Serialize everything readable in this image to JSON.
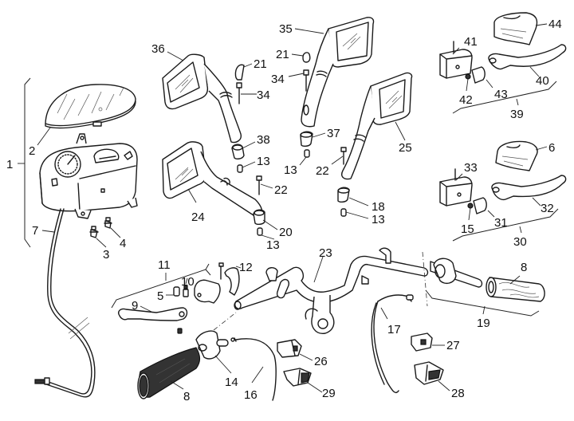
{
  "diagram": {
    "type": "exploded-parts-diagram",
    "subject": "Scooter handlebar assembly: instrument cluster, mirrors, brake master cylinders, levers, grips, switches and cables",
    "part_labels": [
      {
        "id": "p1",
        "number": "1",
        "part": "instrument-cluster-assembly"
      },
      {
        "id": "p2",
        "number": "2",
        "part": "instrument-cover-glass"
      },
      {
        "id": "p3",
        "number": "3",
        "part": "bulb-holder"
      },
      {
        "id": "p4",
        "number": "4",
        "part": "bulb-holder"
      },
      {
        "id": "p5",
        "number": "5",
        "part": "pivot-bushing"
      },
      {
        "id": "p6",
        "number": "6",
        "part": "reservoir-cover"
      },
      {
        "id": "p7",
        "number": "7",
        "part": "speedometer-cable"
      },
      {
        "id": "p8a",
        "number": "8",
        "part": "left-grip"
      },
      {
        "id": "p8b",
        "number": "8",
        "part": "right-grip"
      },
      {
        "id": "p9",
        "number": "9",
        "part": "left-brake-lever"
      },
      {
        "id": "p10",
        "number": "10",
        "part": "pivot-screw"
      },
      {
        "id": "p11",
        "number": "11",
        "part": "left-lever-assembly"
      },
      {
        "id": "p12",
        "number": "12",
        "part": "clamp"
      },
      {
        "id": "p13a",
        "number": "13",
        "part": "mirror-nut"
      },
      {
        "id": "p13b",
        "number": "13",
        "part": "mirror-nut"
      },
      {
        "id": "p13c",
        "number": "13",
        "part": "mirror-nut"
      },
      {
        "id": "p13d",
        "number": "13",
        "part": "mirror-nut"
      },
      {
        "id": "p14",
        "number": "14",
        "part": "throttle-housing"
      },
      {
        "id": "p15",
        "number": "15",
        "part": "seal"
      },
      {
        "id": "p16",
        "number": "16",
        "part": "throttle-cable"
      },
      {
        "id": "p17",
        "number": "17",
        "part": "brake-cable"
      },
      {
        "id": "p18",
        "number": "18",
        "part": "mirror-mount"
      },
      {
        "id": "p19",
        "number": "19",
        "part": "throttle-grip-assembly"
      },
      {
        "id": "p20",
        "number": "20",
        "part": "mirror-mount"
      },
      {
        "id": "p21a",
        "number": "21",
        "part": "cap"
      },
      {
        "id": "p21b",
        "number": "21",
        "part": "cap"
      },
      {
        "id": "p22a",
        "number": "22",
        "part": "screw"
      },
      {
        "id": "p22b",
        "number": "22",
        "part": "screw"
      },
      {
        "id": "p23",
        "number": "23",
        "part": "handlebar"
      },
      {
        "id": "p24",
        "number": "24",
        "part": "left-mirror"
      },
      {
        "id": "p25",
        "number": "25",
        "part": "right-mirror"
      },
      {
        "id": "p26",
        "number": "26",
        "part": "switch"
      },
      {
        "id": "p27",
        "number": "27",
        "part": "switch"
      },
      {
        "id": "p28",
        "number": "28",
        "part": "switch"
      },
      {
        "id": "p29",
        "number": "29",
        "part": "switch"
      },
      {
        "id": "p30",
        "number": "30",
        "part": "master-cylinder-assembly"
      },
      {
        "id": "p31",
        "number": "31",
        "part": "brake-switch"
      },
      {
        "id": "p32",
        "number": "32",
        "part": "brake-lever"
      },
      {
        "id": "p33",
        "number": "33",
        "part": "master-cylinder"
      },
      {
        "id": "p34a",
        "number": "34",
        "part": "screw"
      },
      {
        "id": "p34b",
        "number": "34",
        "part": "screw"
      },
      {
        "id": "p35",
        "number": "35",
        "part": "right-mirror-alt"
      },
      {
        "id": "p36",
        "number": "36",
        "part": "left-mirror-alt"
      },
      {
        "id": "p37",
        "number": "37",
        "part": "mirror-mount"
      },
      {
        "id": "p38",
        "number": "38",
        "part": "mirror-mount"
      },
      {
        "id": "p39",
        "number": "39",
        "part": "master-cylinder-assembly"
      },
      {
        "id": "p40",
        "number": "40",
        "part": "brake-lever"
      },
      {
        "id": "p41",
        "number": "41",
        "part": "master-cylinder"
      },
      {
        "id": "p42",
        "number": "42",
        "part": "seal"
      },
      {
        "id": "p43",
        "number": "43",
        "part": "brake-switch"
      },
      {
        "id": "p44",
        "number": "44",
        "part": "reservoir-cover"
      }
    ]
  }
}
